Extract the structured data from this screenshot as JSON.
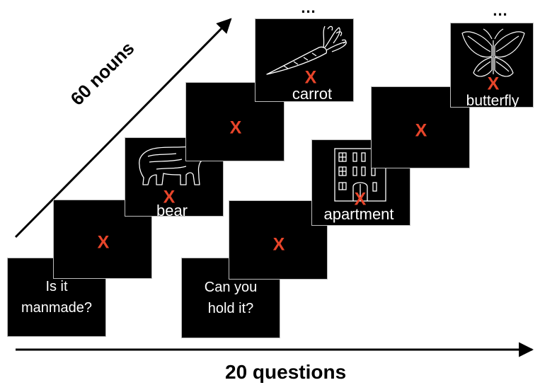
{
  "axes": {
    "diagonal_label": "60 nouns",
    "horizontal_label": "20 questions"
  },
  "fixation_mark": "X",
  "ellipsis": "...",
  "colors": {
    "screen_background": "#000000",
    "fixation": "#e8452a",
    "text_on_screen": "#ffffff",
    "arrow": "#000000"
  },
  "sequences": [
    {
      "question": "Is it manmade?",
      "question_lines": [
        "Is it",
        "manmade?"
      ],
      "nouns": [
        "bear",
        "carrot"
      ],
      "icons": [
        "bear-icon",
        "carrot-icon"
      ]
    },
    {
      "question": "Can you hold it?",
      "question_lines": [
        "Can you",
        "hold it?"
      ],
      "nouns": [
        "apartment",
        "butterfly"
      ],
      "icons": [
        "apartment-icon",
        "butterfly-icon"
      ]
    }
  ]
}
